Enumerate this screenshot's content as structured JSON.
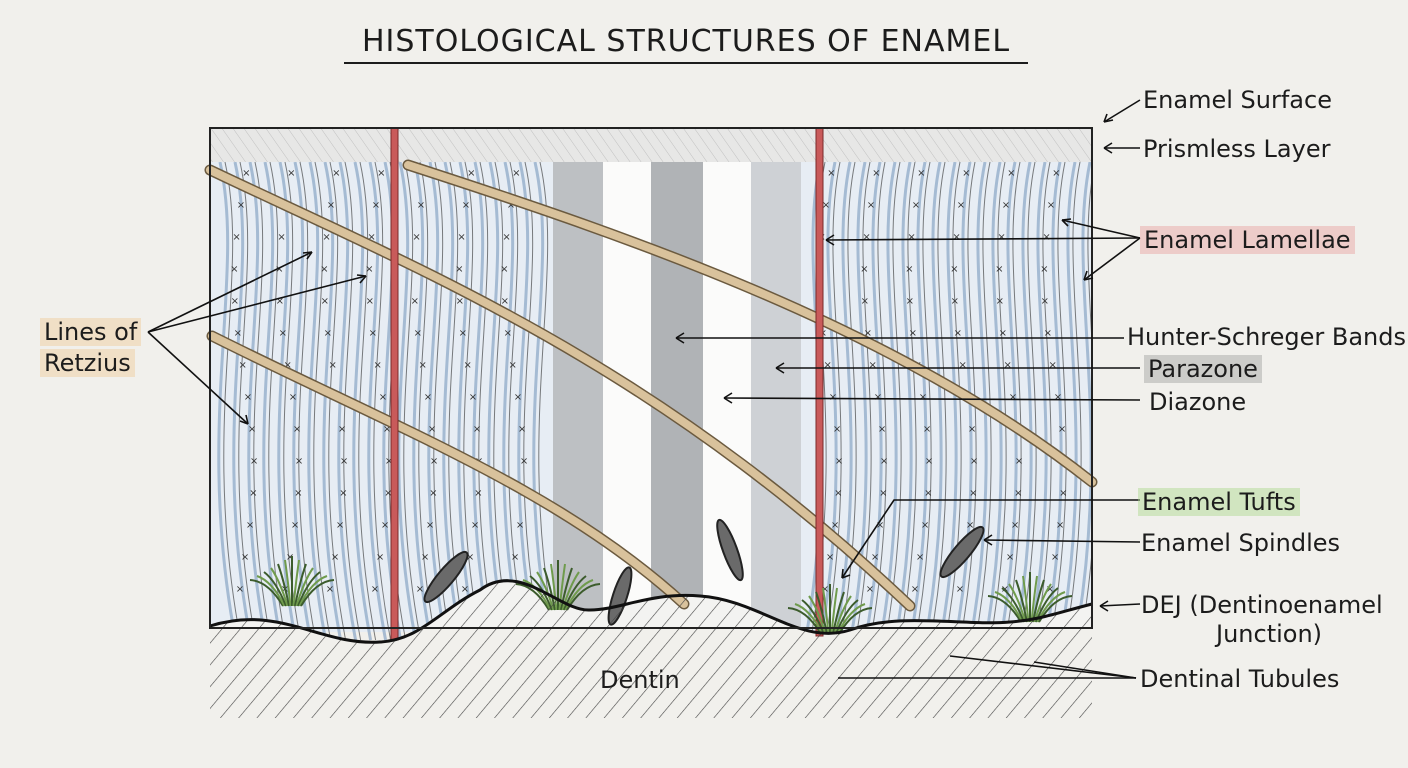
{
  "title": "HISTOLOGICAL STRUCTURES OF ENAMEL",
  "labels": {
    "enamel_surface": "Enamel Surface",
    "prismless_layer": "Prismless Layer",
    "enamel_lamellae": "Enamel Lamellae",
    "hunter_schreger": "Hunter-Schreger Bands",
    "parazone": "Parazone",
    "diazone": "Diazone",
    "enamel_tufts": "Enamel Tufts",
    "enamel_spindles": "Enamel Spindles",
    "dej_line1": "DEJ (Dentinoenamel",
    "dej_line2": "Junction)",
    "dentinal_tubules": "Dentinal Tubules",
    "dentin": "Dentin",
    "retzius_line1": "Lines of",
    "retzius_line2": "Retzius"
  },
  "colors": {
    "rods": "#8fa9c8",
    "lamellae": "#c0504d",
    "retzius": "#d7bf96",
    "tufts": "#6f9b4c",
    "parazone": "#8a8a8a",
    "ink": "#1c1c1c"
  }
}
